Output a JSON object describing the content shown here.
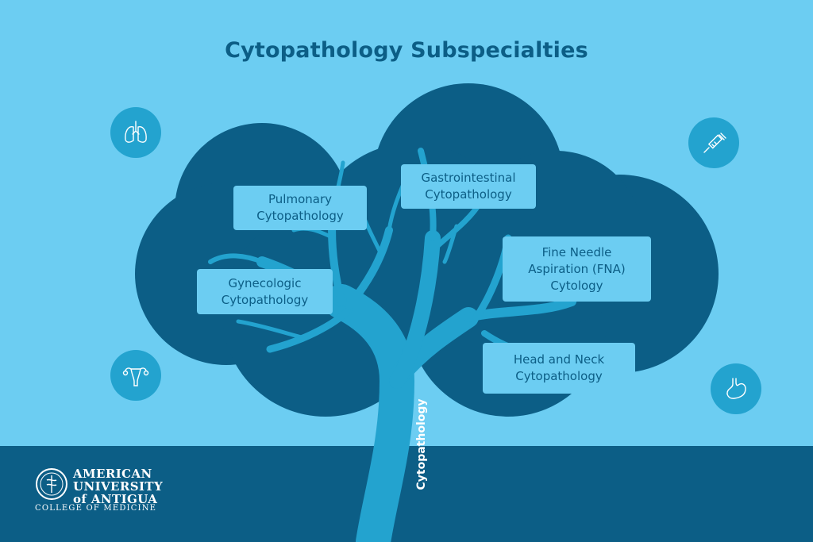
{
  "title": "Cytopathology Subspecialties",
  "trunk_label": "Cytopathology",
  "branches": [
    {
      "label": "Pulmonary\nCytopathology"
    },
    {
      "label": "Gastrointestinal\nCytopathology"
    },
    {
      "label": "Fine Needle\nAspiration (FNA)\nCytology"
    },
    {
      "label": "Gynecologic\nCytopathology"
    },
    {
      "label": "Head and Neck\nCytopathology"
    }
  ],
  "icons": [
    "lungs-icon",
    "syringe-icon",
    "uterus-icon",
    "stomach-icon"
  ],
  "logo": {
    "line1": "AMERICAN",
    "line2": "UNIVERSITY",
    "line3": "of ANTIGUA",
    "line4": "COLLEGE OF MEDICINE"
  },
  "colors": {
    "sky": "#6ccdf2",
    "canopy": "#0c5e86",
    "trunk": "#23a3cf",
    "label_bg": "#6ccdf2",
    "text_dark": "#0c5e86"
  }
}
